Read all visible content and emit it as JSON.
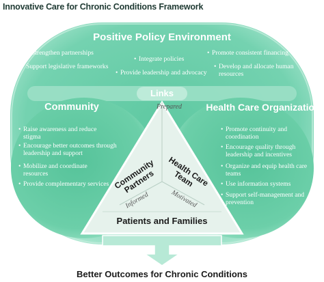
{
  "title": "Innovative Care for Chronic Conditions Framework",
  "policy": {
    "heading": "Positive Policy Environment",
    "items": [
      "Strengthen partnerships",
      "Support legislative frameworks",
      "Integrate policies",
      "Provide leadership and advocacy",
      "Promote consistent financing",
      "Develop and allocate human resources"
    ]
  },
  "links_label": "Links",
  "community": {
    "heading": "Community",
    "items": [
      "Raise awareness and reduce stigma",
      "Encourage better outcomes through leadership and support",
      "Mobilize and coordinate resources",
      "Provide complementary services"
    ]
  },
  "health_care_org": {
    "heading": "Health Care Organization",
    "items": [
      "Promote continuity and coordination",
      "Encourage quality through leadership and incentives",
      "Organize and equip health care teams",
      "Use information systems",
      "Support self-management and prevention"
    ]
  },
  "triangle": {
    "top_label": "Prepared",
    "left_label": "Community Partners",
    "right_label": "Health Care Team",
    "left_tag": "Informed",
    "right_tag": "Motivated",
    "base_label": "Patients and Families"
  },
  "outcome": "Better Outcomes for Chronic Conditions",
  "colors": {
    "outer_fill": "#7fd6b8",
    "inner_fill": "#5cc79f",
    "pill_fill": "#a5e3cc",
    "triangle_fill": "#e6f2ec",
    "triangle_stroke": "#ffffff",
    "arrow_fill": "#b7e9d6",
    "text_dark": "#1a1a1a"
  }
}
